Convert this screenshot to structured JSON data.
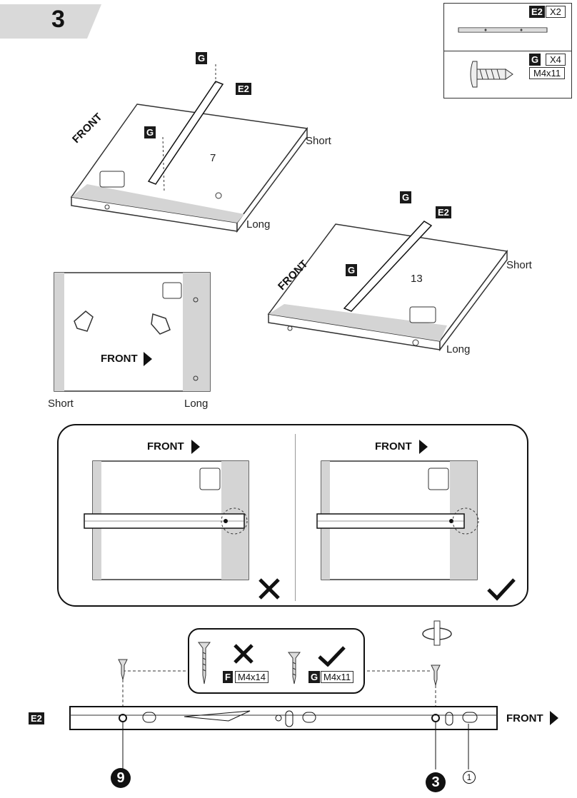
{
  "step": {
    "number": "3"
  },
  "parts_box": {
    "row1": {
      "tag": "E2",
      "qty": "X2"
    },
    "row2": {
      "tag": "G",
      "qty": "X4",
      "size": "M4x11"
    }
  },
  "iso1": {
    "g_top": "G",
    "g_mid": "G",
    "e2": "E2",
    "number": "7",
    "front": "FRONT",
    "short": "Short",
    "long": "Long"
  },
  "iso2": {
    "g_top": "G",
    "g_mid": "G",
    "e2": "E2",
    "number": "13",
    "front": "FRONT",
    "short": "Short",
    "long": "Long"
  },
  "plan": {
    "front": "FRONT",
    "short": "Short",
    "long": "Long"
  },
  "compare": {
    "left_front": "FRONT",
    "right_front": "FRONT",
    "left_mark": "wrong",
    "right_mark": "correct"
  },
  "screws": {
    "f_tag": "F",
    "f_size": "M4x14",
    "g_tag": "G",
    "g_size": "M4x11"
  },
  "rail": {
    "tag": "E2",
    "front": "FRONT",
    "hole_left": "9",
    "hole_right": "3",
    "hole_circle": "1"
  }
}
